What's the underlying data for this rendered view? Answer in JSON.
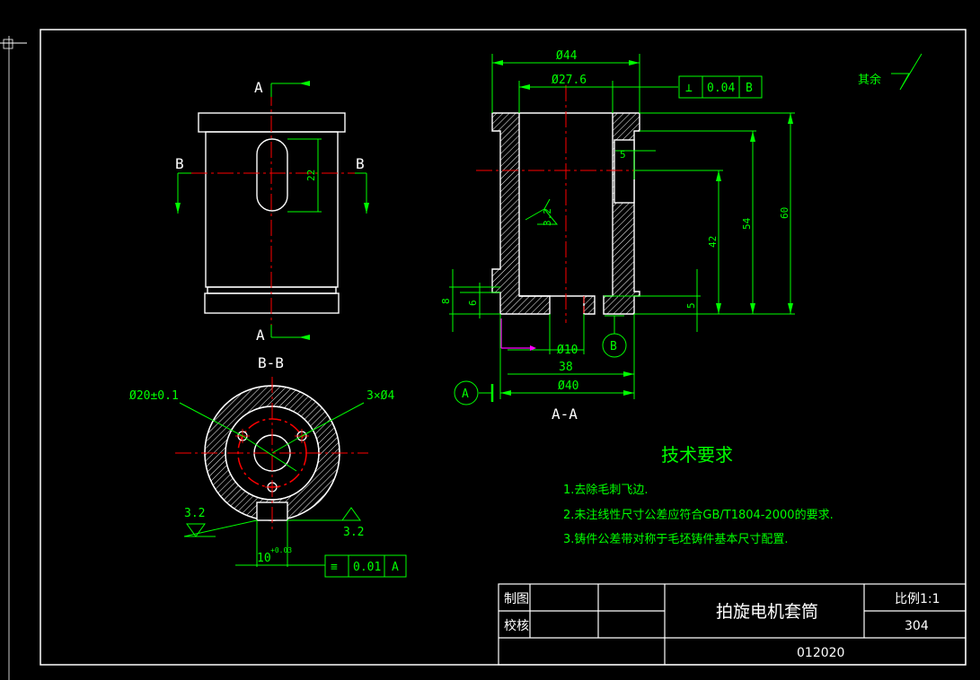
{
  "views": {
    "front": {
      "section_marker_top": "A",
      "section_marker_bottom": "A",
      "section_marker_left": "B",
      "section_marker_right": "B",
      "dim_slot": "22"
    },
    "section_bb": {
      "title": "B-B",
      "dim_pcd": "Ø20±0.1",
      "dim_holes": "3×Ø4",
      "rough_left": "3.2",
      "rough_right": "3.2",
      "dim_slot_width": "10",
      "slot_tol": "+0.03",
      "gdt_symbol": "≡",
      "gdt_value": "0.01",
      "gdt_datum": "A"
    },
    "section_aa": {
      "title": "A-A",
      "dim_outer_top": "Ø44",
      "dim_inner_top": "Ø27.6",
      "gdt_symbol": "⊥",
      "gdt_value": "0.04",
      "gdt_datum": "B",
      "dim_5_top": "5",
      "rough": "3.2",
      "dim_42": "42",
      "dim_54": "54",
      "dim_60": "60",
      "dim_5_bottom": "5",
      "dim_8": "8",
      "dim_6": "6",
      "dim_d10": "Ø10",
      "datum_b": "B",
      "dim_38": "38",
      "dim_d40": "Ø40",
      "datum_a": "A"
    }
  },
  "surface_note": {
    "label": "其余"
  },
  "requirements": {
    "title": "技术要求",
    "items": [
      "1.去除毛刺飞边.",
      "2.未注线性尺寸公差应符合GB/T1804-2000的要求.",
      "3.铸件公差带对称于毛坯铸件基本尺寸配置."
    ]
  },
  "title_block": {
    "drawn_label": "制图",
    "checked_label": "校核",
    "part_name": "拍旋电机套筒",
    "scale": "比例1:1",
    "material": "304",
    "drawing_no": "012020"
  }
}
